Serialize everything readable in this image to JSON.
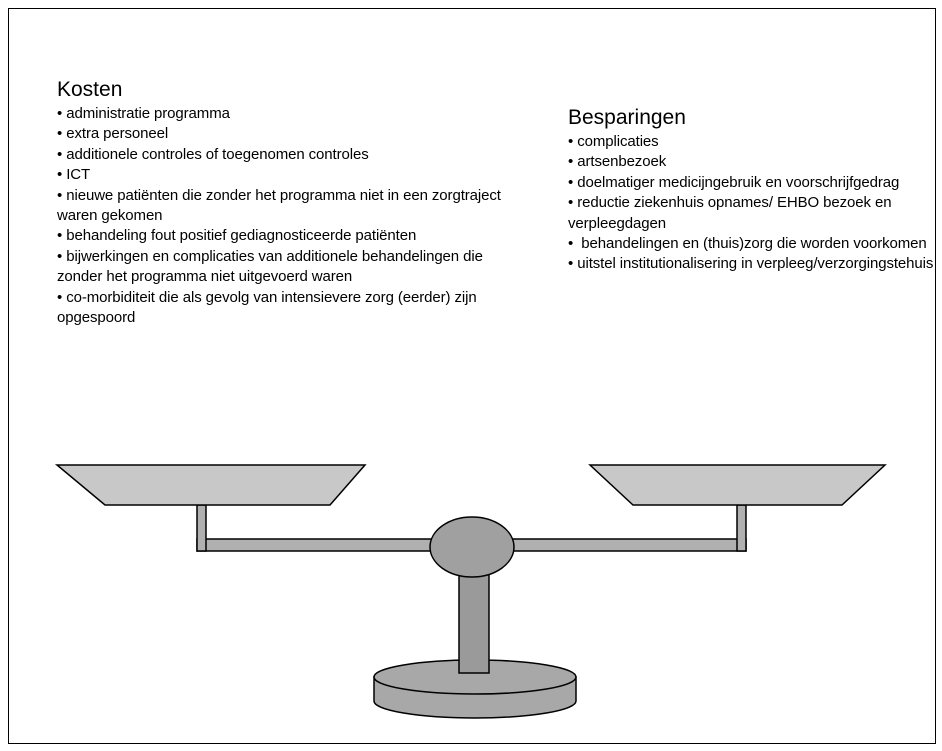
{
  "kosten": {
    "title": "Kosten",
    "items": [
      "administratie programma",
      "extra personeel",
      "additionele controles of toegenomen controles",
      "ICT",
      "nieuwe patiënten die zonder het programma niet in een zorgtraject waren gekomen",
      "behandeling fout positief gediagnosticeerde patiënten",
      "bijwerkingen en complicaties van additionele behandelingen die zonder het programma niet uitgevoerd waren",
      "co-morbiditeit die als gevolg van intensievere zorg (eerder) zijn opgespoord"
    ]
  },
  "besparingen": {
    "title": "Besparingen",
    "items": [
      "complicaties",
      "artsenbezoek",
      "doelmatiger medicijngebruik  en voorschrijfgedrag",
      "reductie ziekenhuis opnames/ EHBO bezoek en verpleegdagen",
      " behandelingen en (thuis)zorg die worden voorkomen",
      "uitstel institutionalisering in verpleeg/verzorgingstehuis"
    ]
  },
  "colors": {
    "pan_fill": "#c8c8c8",
    "arm_fill": "#b0b0b0",
    "hub_fill": "#a0a0a0",
    "column_fill": "#9a9a9a",
    "base_fill": "#a8a8a8",
    "stroke": "#000000"
  }
}
